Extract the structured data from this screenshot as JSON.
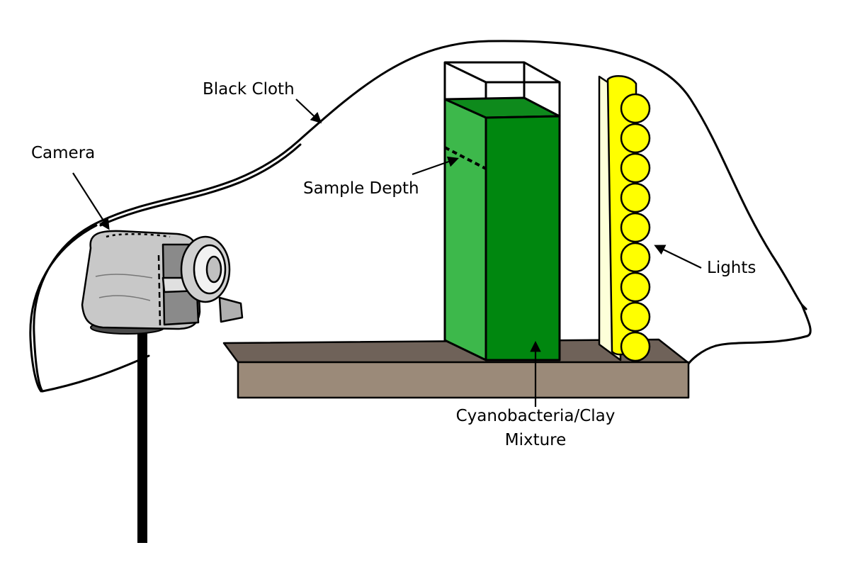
{
  "labels": {
    "black_cloth": "Black Cloth",
    "camera": "Camera",
    "sample_depth": "Sample Depth",
    "lights": "Lights",
    "mixture_line1": "Cyanobacteria/Clay",
    "mixture_line2": "Mixture"
  },
  "colors": {
    "outline": "#000000",
    "shelf_top": "#6f6259",
    "shelf_front": "#9b8a79",
    "water_front": "#00870f",
    "water_side": "#3db84b",
    "water_top": "#0e8a1c",
    "diffuser": "#fdffd9",
    "light_bulb": "#ffff00",
    "camera_body": "#c8c8c8",
    "camera_dark": "#8a8a8a"
  },
  "icons": {
    "camera": "camcorder-icon",
    "lights": "light-bulb-array-icon"
  }
}
